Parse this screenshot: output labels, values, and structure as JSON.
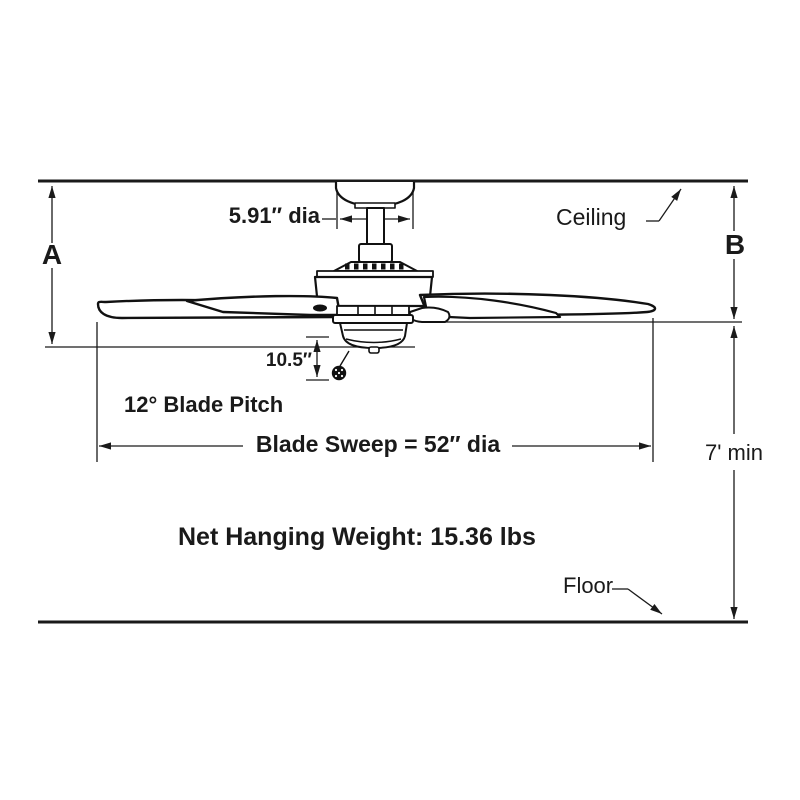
{
  "diagram": {
    "type": "ceiling-fan-mounting-dimension-diagram",
    "labels": {
      "canopy_diameter": "5.91″ dia",
      "ceiling": "Ceiling",
      "dim_a": "A",
      "dim_b": "B",
      "chain_drop": "10.5″",
      "blade_pitch": "12° Blade Pitch",
      "blade_sweep": "Blade Sweep = 52″ dia",
      "floor_clearance": "7' min",
      "net_weight": "Net Hanging Weight: 15.36 lbs",
      "floor": "Floor"
    },
    "colors": {
      "line": "#1a1a1a",
      "background": "#ffffff"
    }
  }
}
